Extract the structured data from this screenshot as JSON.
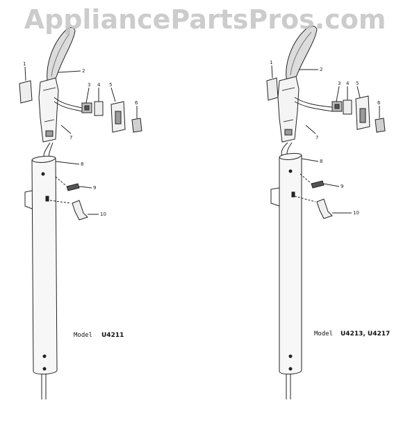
{
  "watermark": "AppliancePartsPros.com",
  "diagrams": [
    {
      "model_prefix": "Model",
      "model_number": "U4211",
      "callouts": [
        "1",
        "2",
        "3",
        "4",
        "5",
        "6",
        "7",
        "8",
        "9",
        "10"
      ]
    },
    {
      "model_prefix": "Model",
      "model_number": "U4213, U4217",
      "callouts": [
        "1",
        "2",
        "3",
        "4",
        "5",
        "6",
        "7",
        "8",
        "9",
        "10"
      ]
    }
  ],
  "colors": {
    "line": "#222222",
    "shade": "#9a9a9a",
    "watermark": "#c4c4c4"
  }
}
